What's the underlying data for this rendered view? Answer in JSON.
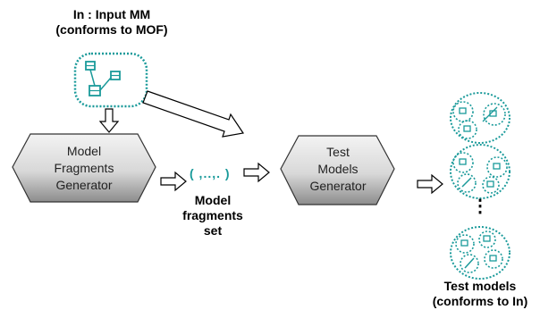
{
  "input": {
    "title_line1": "In : Input MM",
    "title_line2": "(conforms to MOF)"
  },
  "fragments_generator": {
    "line1": "Model",
    "line2": "Fragments",
    "line3": "Generator"
  },
  "fragments_symbol": "( ,..,. )",
  "fragments_set": {
    "line1": "Model",
    "line2": "fragments",
    "line3": "set"
  },
  "models_generator": {
    "line1": "Test",
    "line2": "Models",
    "line3": "Generator"
  },
  "ellipsis": "⋮",
  "output": {
    "line1": "Test models",
    "line2": "(conforms to In)"
  },
  "colors": {
    "teal": "#1a9a9a",
    "hex_fill_light": "#ededed",
    "hex_fill_dark": "#8c8c8c"
  }
}
